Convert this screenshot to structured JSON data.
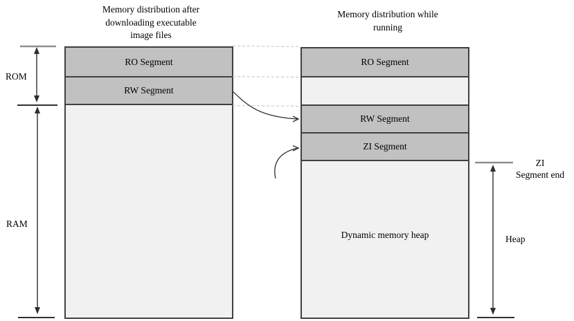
{
  "diagram": {
    "left_column": {
      "title_lines": [
        "Memory distribution after",
        "downloading executable",
        "image files"
      ],
      "segments": {
        "ro": "RO Segment",
        "rw": "RW Segment"
      }
    },
    "right_column": {
      "title_lines": [
        "Memory distribution while",
        "running"
      ],
      "segments": {
        "ro": "RO Segment",
        "rw": "RW Segment",
        "zi": "ZI Segment",
        "heap": "Dynamic memory heap"
      }
    },
    "side_labels": {
      "rom": "ROM",
      "ram": "RAM",
      "heap": "Heap",
      "zi_end_lines": [
        "ZI",
        "Segment end"
      ]
    }
  },
  "colors": {
    "segment_fill": "#c1c1c1",
    "empty_fill": "#f1f1f1",
    "box_border": "#404040",
    "dashed_line": "#cccccc",
    "tick_gray": "#8f8f8f",
    "arrow": "#2e2e2e",
    "text": "#000000",
    "background": "#ffffff"
  }
}
